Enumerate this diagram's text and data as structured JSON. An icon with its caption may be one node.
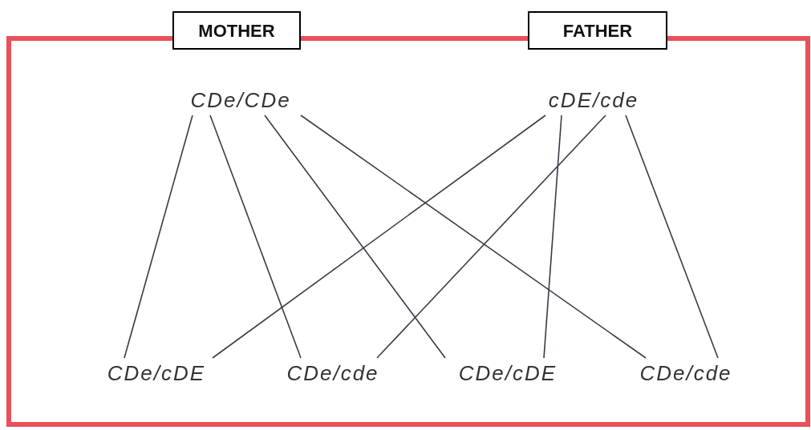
{
  "diagram": {
    "nodes": [
      {
        "text": [],
        "shape": "box"
      },
      {
        "text": [
          "MOTHER"
        ]
      },
      {
        "text": [
          "FATHER"
        ]
      },
      {
        "text": [
          "CDe/CDe"
        ],
        "in": 0
      },
      {
        "text": [
          "cDE/cde"
        ],
        "in": 0
      },
      {
        "text": [
          "CDe/cDE"
        ],
        "in": 0
      },
      {
        "text": [
          "CDe/cde"
        ],
        "in": 0
      },
      {
        "text": [
          "CDe/cDE"
        ],
        "in": 0
      },
      {
        "text": [
          "CDe/cde"
        ],
        "in": 0
      }
    ],
    "edges": [
      {
        "from": 3,
        "to": 5,
        "arrow": "none"
      },
      {
        "from": 3,
        "to": 6,
        "arrow": "none"
      },
      {
        "from": 3,
        "to": 7,
        "arrow": "none"
      },
      {
        "from": 3,
        "to": 8,
        "arrow": "none"
      },
      {
        "from": 4,
        "to": 5,
        "arrow": "none"
      },
      {
        "from": 4,
        "to": 7,
        "arrow": "none"
      },
      {
        "from": 4,
        "to": 6,
        "arrow": "none"
      },
      {
        "from": 4,
        "to": 8,
        "arrow": "none"
      }
    ]
  }
}
